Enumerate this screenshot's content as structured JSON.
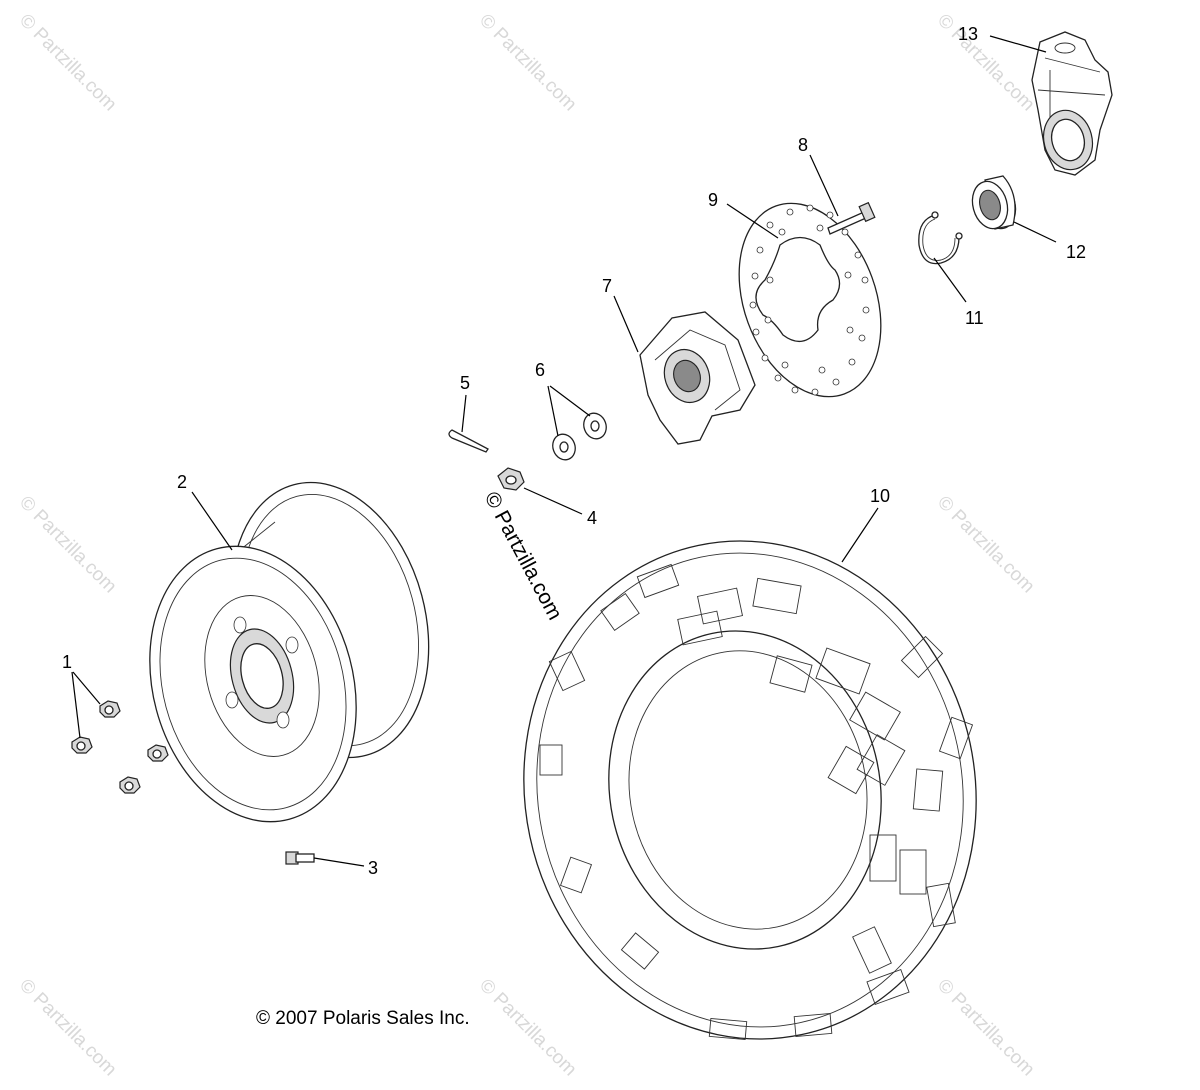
{
  "diagram": {
    "callouts": [
      "1",
      "2",
      "3",
      "4",
      "5",
      "6",
      "7",
      "8",
      "9",
      "10",
      "11",
      "12",
      "13"
    ],
    "copyright": "© 2007 Polaris Sales Inc.",
    "watermark": "© Partzilla.com",
    "center_watermark": "© Partzilla.com"
  }
}
